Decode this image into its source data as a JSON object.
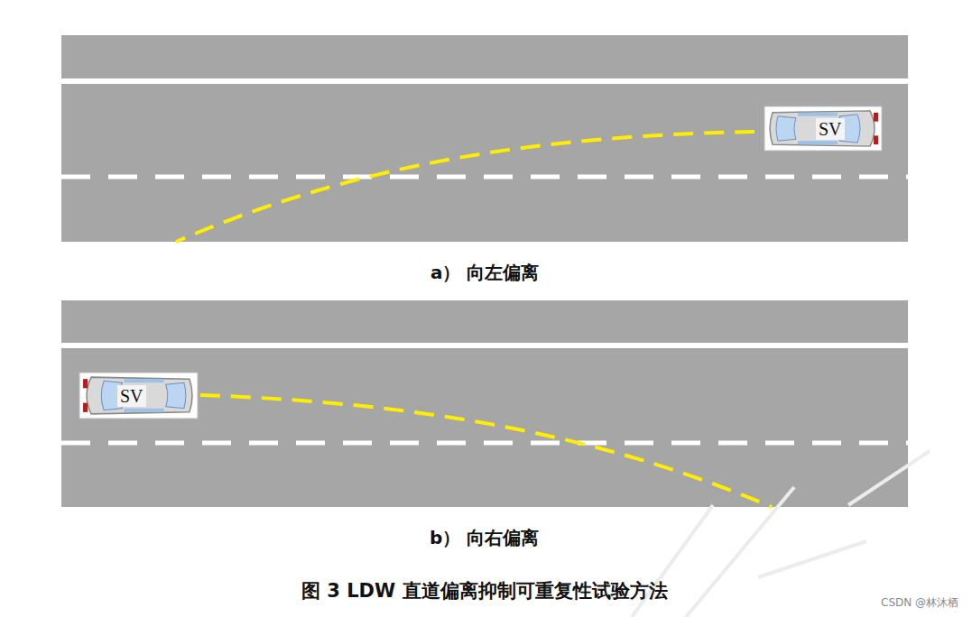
{
  "diagram": {
    "caption": "图 3 LDW 直道偏离抑制可重复性试验方法",
    "nodes": [
      {
        "text": [
          "SV"
        ]
      },
      {
        "text": [
          "SV"
        ]
      }
    ],
    "labels": [
      "a） 向左偏离",
      "b） 向右偏离",
      "CSDN @林沐栖"
    ]
  }
}
